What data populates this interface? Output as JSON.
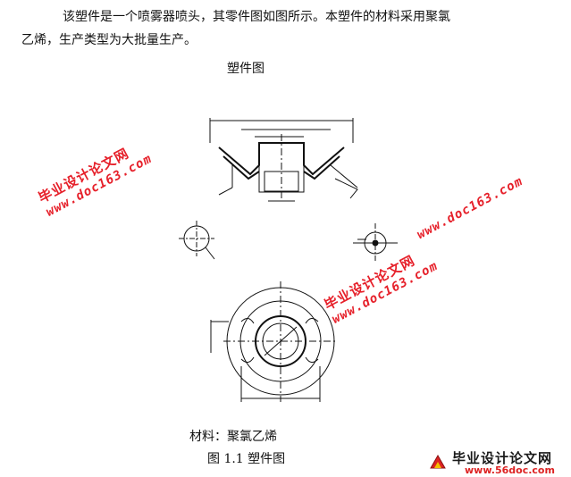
{
  "intro": {
    "line1": "该塑件是一个喷雾器喷头，其零件图如图所示。本塑件的材料采用聚氯",
    "line2": "乙烯，生产类型为大批量生产。"
  },
  "figure": {
    "title": "塑件图",
    "material_label": "材料：聚氯乙烯",
    "caption": "图 1.1  塑件图"
  },
  "watermarks": [
    {
      "text": "毕业设计论文网",
      "url": "www.doc163.com"
    },
    {
      "text": "毕业设计论文网",
      "url": "www.doc163.com"
    },
    {
      "text": "www.doc163.com"
    }
  ],
  "logo": {
    "name": "毕业设计论文网",
    "site": "www.56doc.com"
  },
  "colors": {
    "watermark": "#e6202a",
    "drawing": "#111111",
    "background": "#ffffff"
  }
}
